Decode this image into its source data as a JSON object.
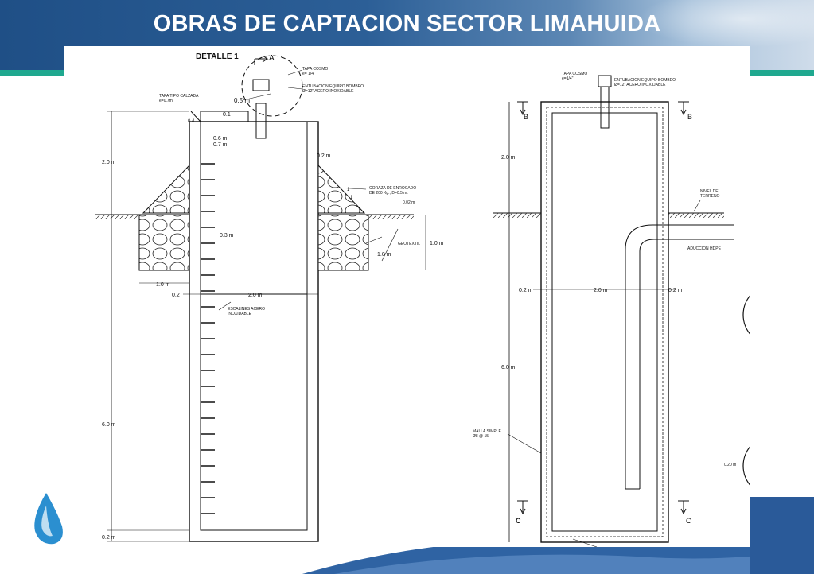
{
  "slide": {
    "title": "OBRAS DE CAPTACION SECTOR LIMAHUIDA"
  },
  "left": {
    "detail": "DETALLE 1",
    "section_mark": "A",
    "tapa_cosmo": [
      "TAPA COSMO",
      "e= 1/4"
    ],
    "entubacion": [
      "ENTUBACION EQUIPO BOMBEO",
      "Ø=12\" ACERO INOXIDABLE"
    ],
    "tapa_calzada": [
      "TAPA TIPO CALZADA",
      "e=0.7m."
    ],
    "dims": {
      "d_05": "0.5 m",
      "d_01": "0.1",
      "d_04": "0.4",
      "d_06": "0.6 m",
      "d_07": "0.7 m",
      "d_02_top": "0.2 m",
      "d_20": "2.0 m",
      "d_03": "0.3 m",
      "d_10_right": "1.0 m",
      "d_10_diag": "1.0 m",
      "d_10_bottom": "1.0 m",
      "d_02_left": "0.2",
      "d_20_mid": "2.0 m",
      "d_60": "6.0 m",
      "d_02_bottom": "0.2 m",
      "d_002": "0.02 m"
    },
    "coraza": [
      "CORAZA DE ENROCADO",
      "DE 200 Kg., D=0.5 m."
    ],
    "geotextil": "GEOTEXTIL",
    "escalines": [
      "ESCALINES ACERO",
      "INOXIDABLE"
    ],
    "slope": "1",
    "slope2": "1"
  },
  "right": {
    "tapa": [
      "TAPA COSMO",
      "e=1/4\""
    ],
    "entubacion": [
      "ENTUBACION EQUIPO BOMBEO",
      "Ø=12\" ACERO INOXIDABLE"
    ],
    "section_b_left": "B",
    "section_b_right": "B",
    "section_c_left": "C",
    "section_c_right": "C",
    "nivel": [
      "NIVEL DE",
      "TERRENO"
    ],
    "aduccion": "ADUCCION HDPE",
    "d_20": "2.0 m",
    "d_02_left": "0.2 m",
    "d_20_mid": "2.0 m",
    "d_02_right": "0.2 m",
    "d_60": "6.0 m",
    "malla": [
      "MALLA SIMPLE",
      "Ø8 @ 15"
    ],
    "d_020": "0.20 m"
  }
}
